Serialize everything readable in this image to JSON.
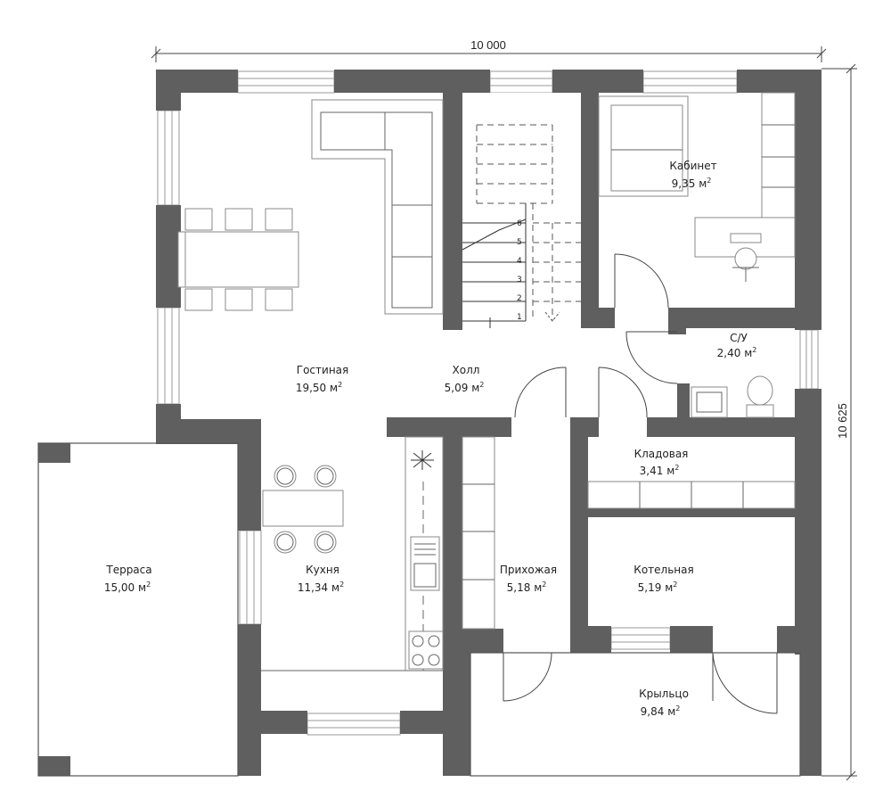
{
  "dimensions": {
    "width_label": "10 000",
    "height_label": "10 625"
  },
  "rooms": {
    "living": {
      "name": "Гостиная",
      "area": "19,50 м",
      "unit_sup": "2"
    },
    "hall": {
      "name": "Холл",
      "area": "5,09 м",
      "unit_sup": "2"
    },
    "office": {
      "name": "Кабинет",
      "area": "9,35 м",
      "unit_sup": "2"
    },
    "bathroom": {
      "name": "С/У",
      "area": "2,40 м",
      "unit_sup": "2"
    },
    "storage": {
      "name": "Кладовая",
      "area": "3,41 м",
      "unit_sup": "2"
    },
    "terrace": {
      "name": "Терраса",
      "area": "15,00 м",
      "unit_sup": "2"
    },
    "kitchen": {
      "name": "Кухня",
      "area": "11,34 м",
      "unit_sup": "2"
    },
    "entry": {
      "name": "Прихожая",
      "area": "5,18 м",
      "unit_sup": "2"
    },
    "boiler": {
      "name": "Котельная",
      "area": "5,19 м",
      "unit_sup": "2"
    },
    "porch": {
      "name": "Крыльцо",
      "area": "9,84 м",
      "unit_sup": "2"
    }
  },
  "stairs": {
    "step_numbers": [
      "1",
      "2",
      "3",
      "4",
      "5",
      "6"
    ]
  },
  "colors": {
    "wall": "#5f5f60",
    "line": "#666666"
  }
}
